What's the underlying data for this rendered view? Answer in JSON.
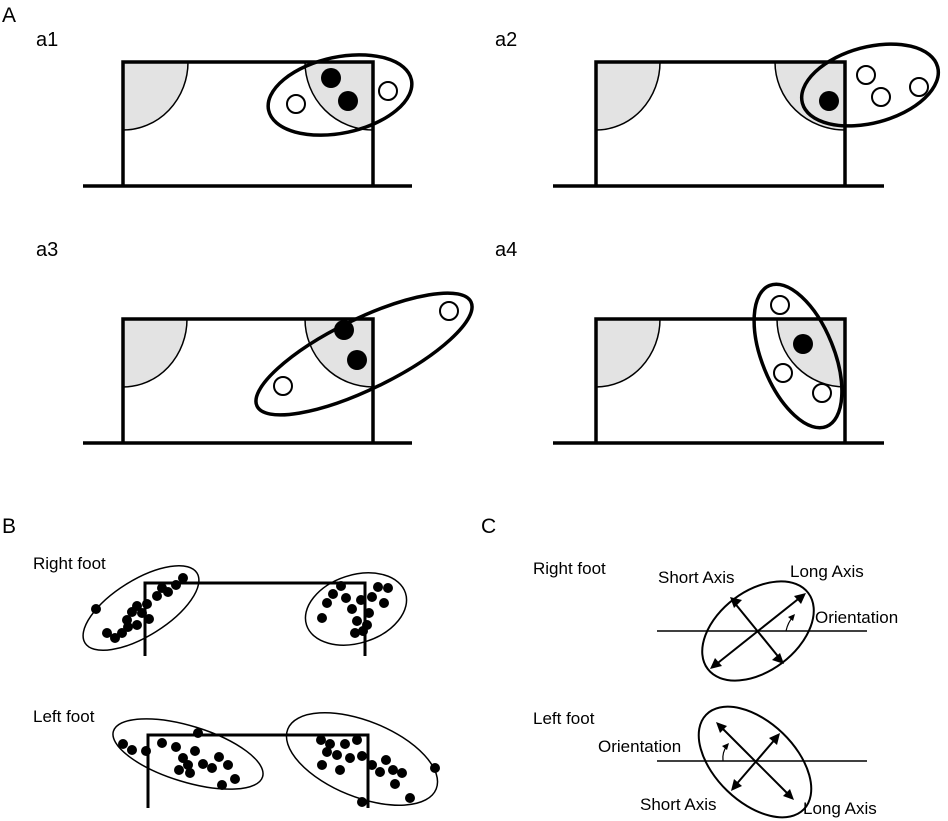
{
  "panels": {
    "A": {
      "letter": "A",
      "subpanels": [
        "a1",
        "a2",
        "a3",
        "a4"
      ]
    },
    "B": {
      "letter": "B",
      "right_label": "Right foot",
      "left_label": "Left foot"
    },
    "C": {
      "letter": "C",
      "right_label": "Right foot",
      "left_label": "Left foot",
      "right": {
        "short_axis": "Short Axis",
        "long_axis": "Long Axis",
        "orientation": "Orientation"
      },
      "left": {
        "orientation": "Orientation",
        "short_axis": "Short Axis",
        "long_axis": "Long Axis"
      }
    }
  },
  "colors": {
    "ink": "#000000",
    "keeper_zone": "#e3e3e3",
    "background": "#ffffff"
  }
}
